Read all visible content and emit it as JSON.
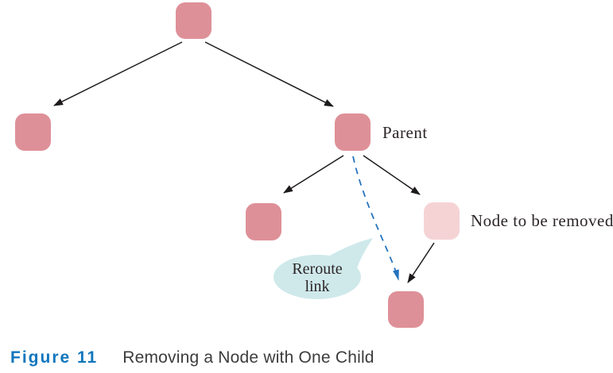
{
  "figure": {
    "label": "Figure 11",
    "title": "Removing a Node with One Child"
  },
  "diagram": {
    "labels": {
      "parent": "Parent",
      "node_to_remove": "Node to be removed",
      "callout_line1": "Reroute",
      "callout_line2": "link"
    },
    "structure": {
      "node_count": 6,
      "edges": [
        "root -> left-child",
        "root -> parent",
        "parent -> inner-left-child",
        "parent -> node-to-be-removed",
        "node-to-be-removed -> moved-child"
      ],
      "reroute_edge": "parent -> moved-child (dashed, bypasses removed node)"
    },
    "colors": {
      "node_fill": "#de9098",
      "removed_node_fill": "#f5d3d5",
      "callout_fill": "#cfe9eb",
      "edge_color": "#1d1a1b",
      "reroute_edge_color": "#2574bd",
      "figure_label_color": "#0f76bd",
      "caption_text_color": "#3c3c3c",
      "diagram_label_color": "#2c2527"
    }
  }
}
